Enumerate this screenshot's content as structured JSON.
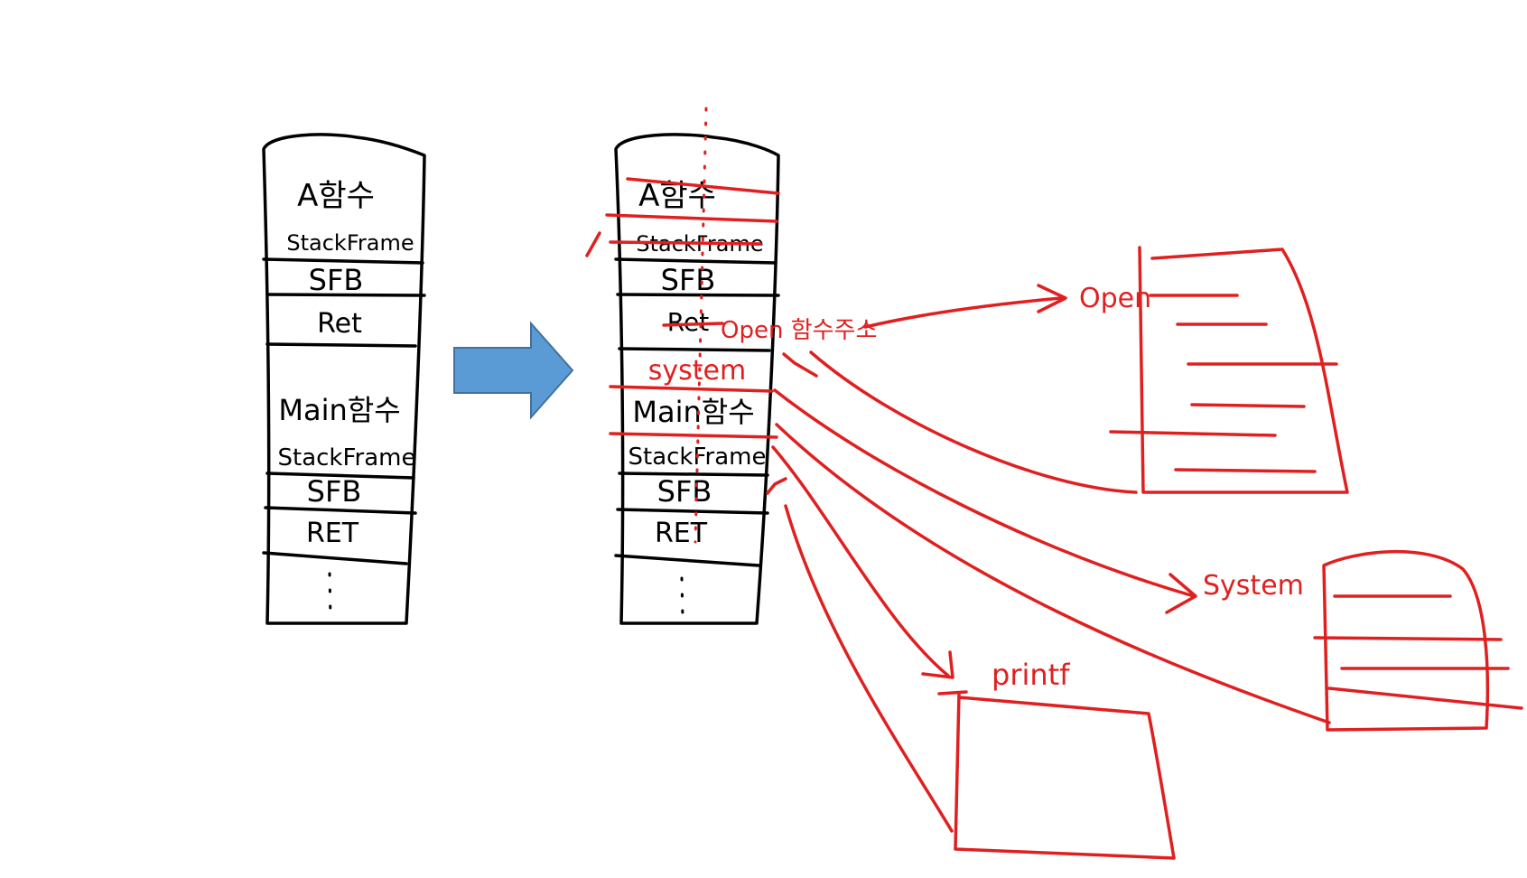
{
  "colors": {
    "ink": "#000000",
    "red": "#e02020",
    "arrow_fill": "#5b9bd5",
    "arrow_stroke": "#41719c"
  },
  "left_stack": {
    "a_func": "A함수",
    "a_stackframe": "StackFrame",
    "a_sfb": "SFB",
    "a_ret": "Ret",
    "main_func": "Main함수",
    "main_stackframe": "StackFrame",
    "main_sfb": "SFB",
    "main_ret": "RET"
  },
  "right_stack": {
    "a_func": "A함수",
    "a_stackframe": "StackFrame",
    "a_sfb": "SFB",
    "a_ret": "Ret",
    "open_addr": "Open 함수주소",
    "system": "system",
    "main_func": "Main함수",
    "main_stackframe": "StackFrame",
    "main_sfb": "SFB",
    "main_ret": "RET"
  },
  "targets": {
    "open": "Open",
    "system": "System",
    "printf": "printf"
  },
  "icons": {
    "transition": "right-arrow-icon"
  }
}
